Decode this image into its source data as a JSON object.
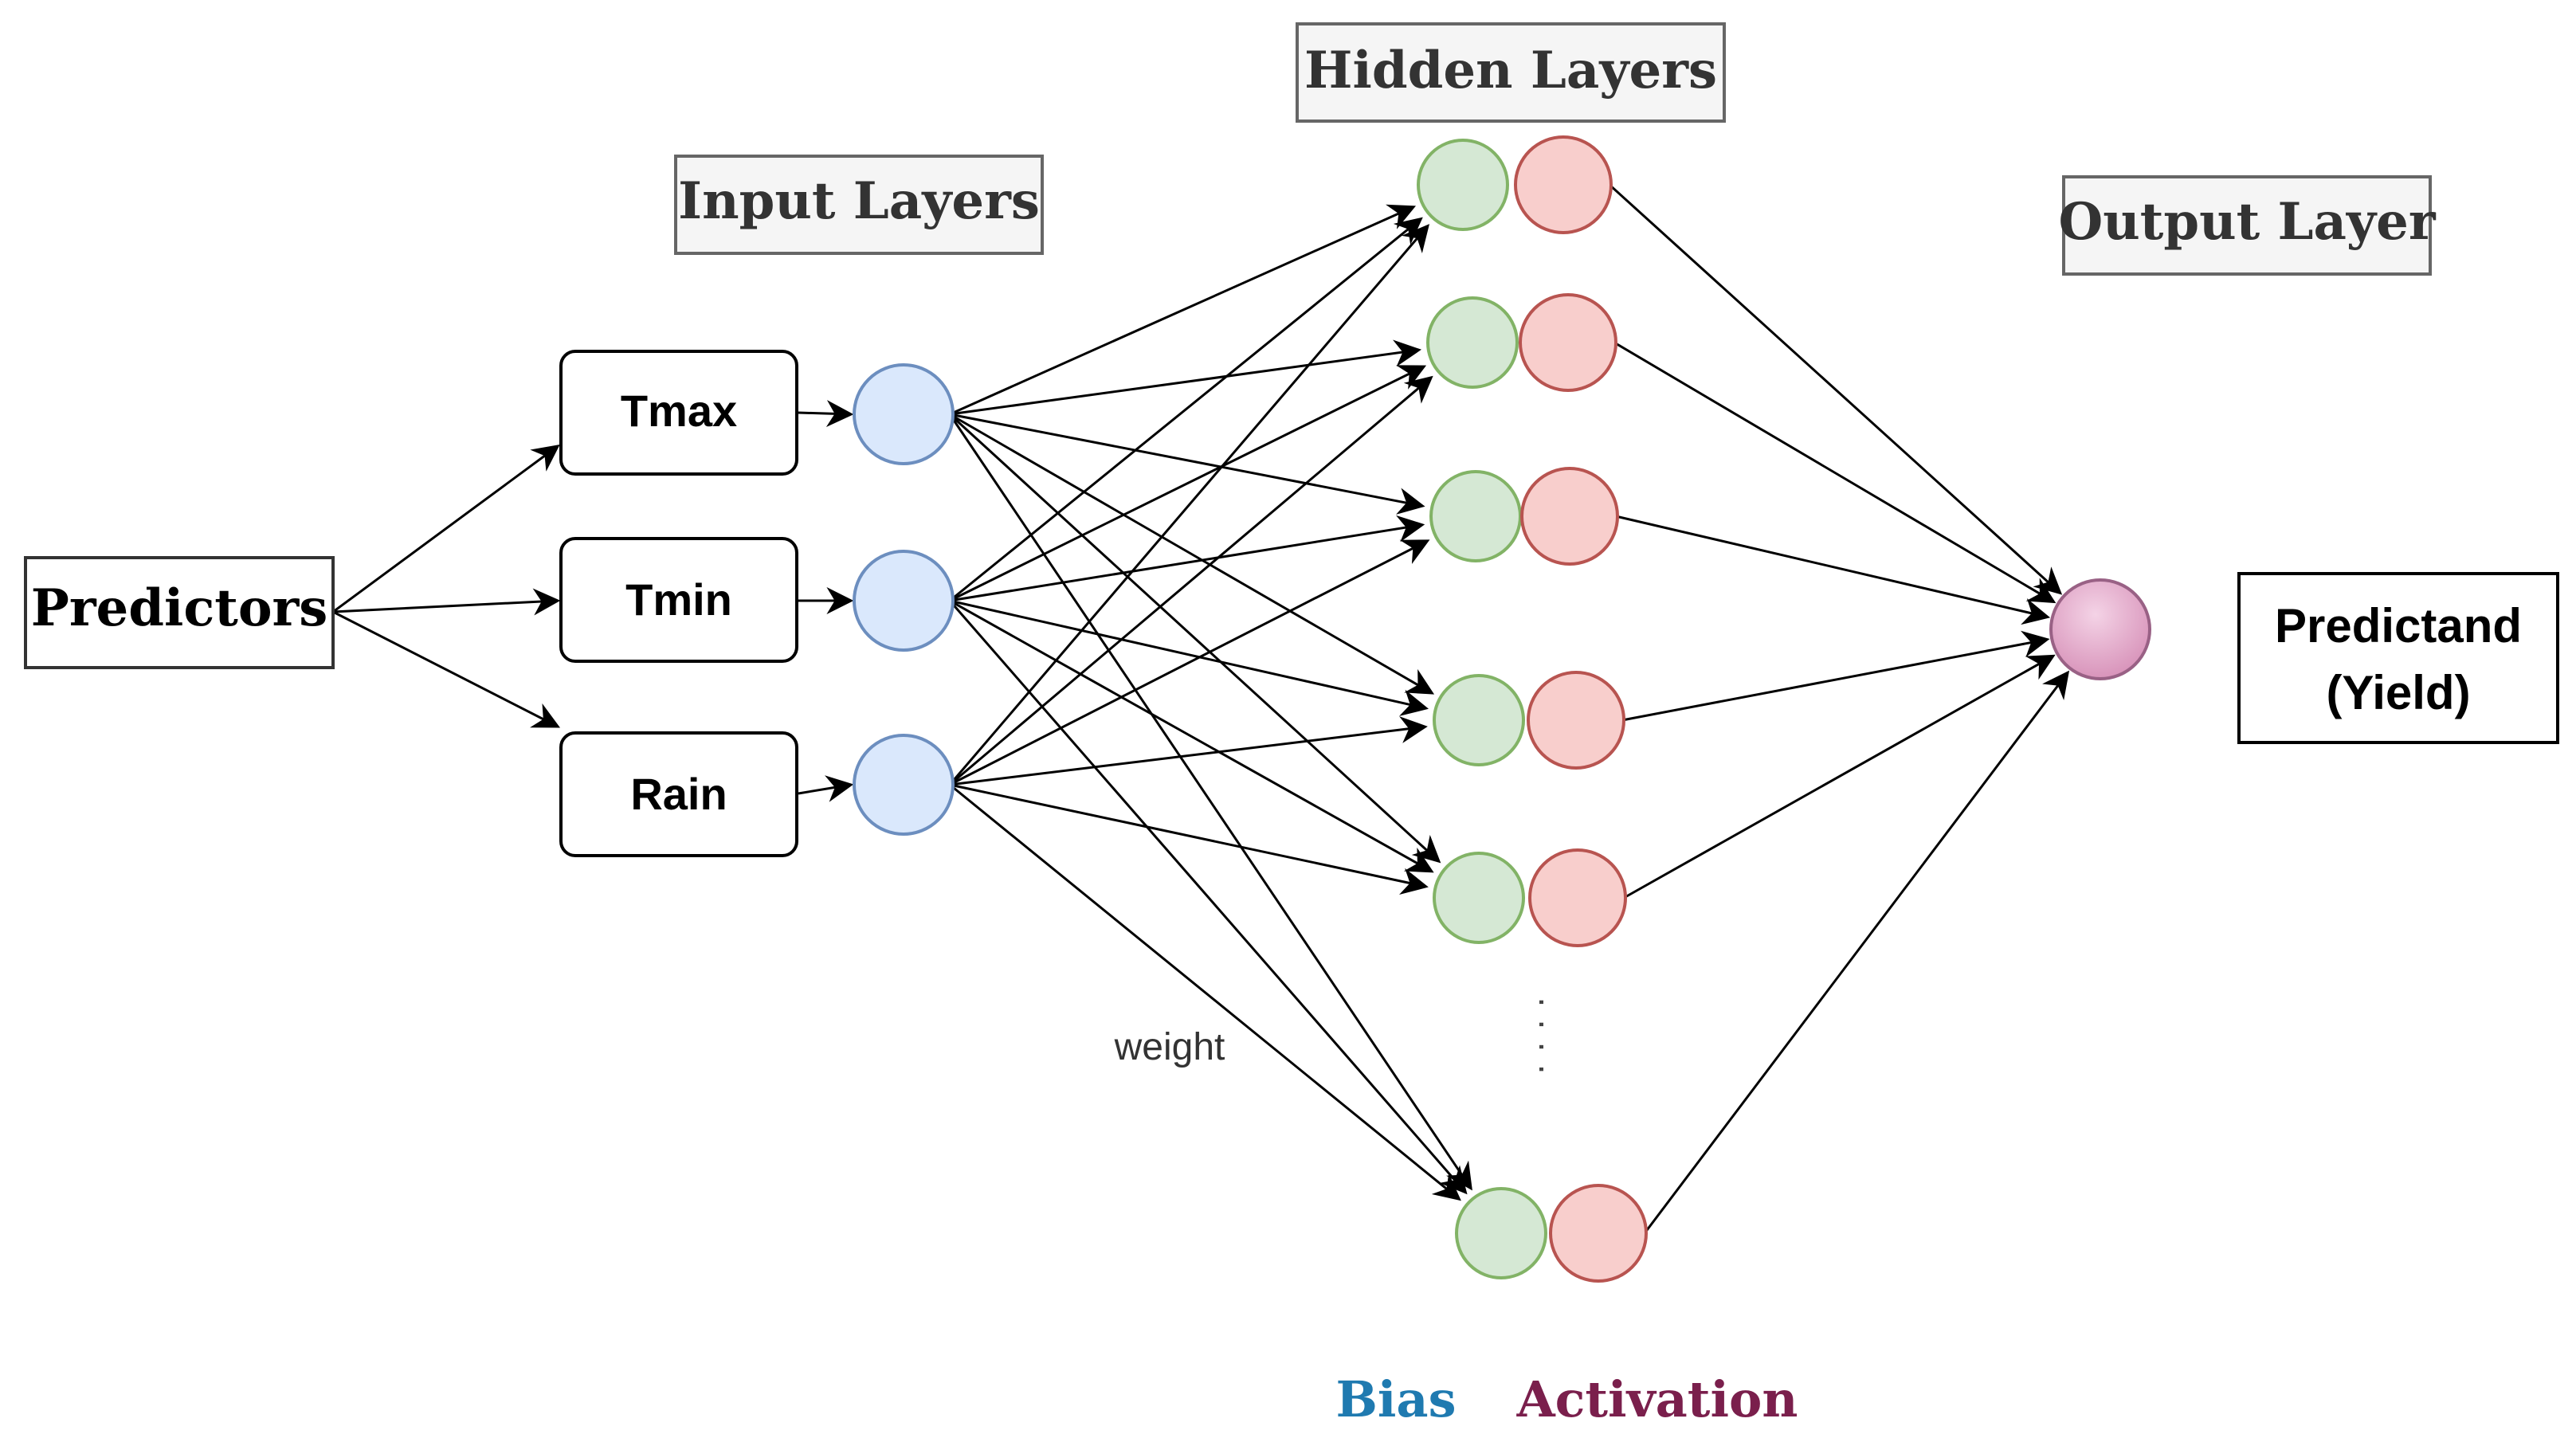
{
  "predictors_label": "Predictors",
  "layer_titles": {
    "input": "Input Layers",
    "hidden": "Hidden Layers",
    "output": "Output Layer"
  },
  "inputs": [
    "Tmax",
    "Tmin",
    "Rain"
  ],
  "weight_label": "weight",
  "predictand_label_line1": "Predictand",
  "predictand_label_line2": "(Yield)",
  "legend": {
    "bias": "Bias",
    "activation": "Activation"
  },
  "ellipsis": "· · · ·",
  "colors": {
    "input_node_fill": "#dae8fc",
    "input_node_stroke": "#6c8ebf",
    "bias_node_fill": "#d5e8d4",
    "bias_node_stroke": "#82b366",
    "activation_node_fill": "#f8cecc",
    "activation_node_stroke": "#b85450",
    "output_node_fill": "#d68fb7",
    "output_node_stroke": "#996185",
    "bias_text": "#1f7ab0",
    "activation_text": "#7a1f4c",
    "title_box_fill": "#f5f5f5",
    "title_box_stroke": "#666666"
  }
}
